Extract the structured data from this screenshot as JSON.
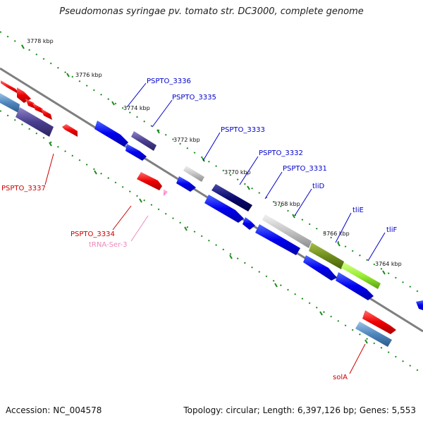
{
  "title": "Pseudomonas syringae pv. tomato str. DC3000, complete genome",
  "footer": {
    "accession": "Accession: NC_004578",
    "summary": "Topology: circular; Length: 6,397,126 bp; Genes: 5,553"
  },
  "ticks": [
    "3778 kbp",
    "3776 kbp",
    "3774 kbp",
    "3772 kbp",
    "3770 kbp",
    "3768 kbp",
    "3766 kbp",
    "3764 kbp"
  ],
  "gene_labels": [
    {
      "text": "PSPTO_3336",
      "color": "#0000cc"
    },
    {
      "text": "PSPTO_3335",
      "color": "#0000cc"
    },
    {
      "text": "PSPTO_3333",
      "color": "#0000cc"
    },
    {
      "text": "PSPTO_3332",
      "color": "#0000cc"
    },
    {
      "text": "PSPTO_3331",
      "color": "#0000cc"
    },
    {
      "text": "tliD",
      "color": "#0000cc"
    },
    {
      "text": "tliE",
      "color": "#0000cc"
    },
    {
      "text": "tliF",
      "color": "#0000cc"
    },
    {
      "text": "PSPTO_3337",
      "color": "#cc0000"
    },
    {
      "text": "PSPTO_3334",
      "color": "#cc0000"
    },
    {
      "text": "tRNA-Ser-3",
      "color": "#ee88bb"
    },
    {
      "text": "solA",
      "color": "#cc0000"
    }
  ],
  "colors": {
    "backbone": "#7f7f7f",
    "tick_dots": "#1a8a1a",
    "forward_gene": "#0000ff",
    "reverse_gene": "#ff0000",
    "other_gene": "#4a3f8f",
    "trna": "#ff88cc"
  }
}
